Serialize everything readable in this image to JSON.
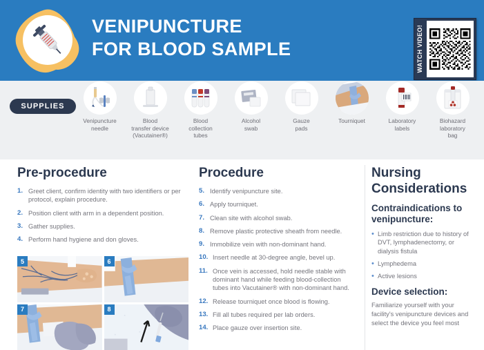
{
  "header": {
    "title_line1": "VENIPUNCTURE",
    "title_line2": "FOR BLOOD SAMPLE",
    "logo_icon": "syringe-icon",
    "qr_label": "WATCH VIDEO!",
    "bg_color": "#2a7cc0"
  },
  "supplies": {
    "section_label": "SUPPLIES",
    "band_color": "#eef0f2",
    "pill_color": "#2c3950",
    "items": [
      {
        "label": "Venipuncture\nneedle",
        "icon": "venipuncture-needle-icon"
      },
      {
        "label": "Blood\ntransfer device\n(Vacutainer®)",
        "icon": "blood-transfer-device-icon"
      },
      {
        "label": "Blood\ncollection\ntubes",
        "icon": "blood-collection-tubes-icon"
      },
      {
        "label": "Alcohol\nswab",
        "icon": "alcohol-swab-icon"
      },
      {
        "label": "Gauze\npads",
        "icon": "gauze-pads-icon"
      },
      {
        "label": "Tourniquet",
        "icon": "tourniquet-icon"
      },
      {
        "label": "Laboratory\nlabels",
        "icon": "laboratory-labels-icon"
      },
      {
        "label": "Biohazard\nlaboratory\nbag",
        "icon": "biohazard-bag-icon"
      }
    ]
  },
  "preprocedure": {
    "title": "Pre-procedure",
    "steps": [
      {
        "num": "1.",
        "text": "Greet client, confirm identity with two identifiers or per protocol, explain procedure."
      },
      {
        "num": "2.",
        "text": "Position client with arm in a dependent position."
      },
      {
        "num": "3.",
        "text": "Gather supplies."
      },
      {
        "num": "4.",
        "text": "Perform hand hygiene and don gloves."
      }
    ],
    "photos": [
      {
        "badge": "5",
        "alt": "forearm showing veins"
      },
      {
        "badge": "6",
        "alt": "tourniquet applied to upper arm"
      },
      {
        "badge": "7",
        "alt": "gloved hand cleaning site with alcohol swab"
      },
      {
        "badge": "8",
        "alt": "needle insertion with arrow showing direction"
      }
    ]
  },
  "procedure": {
    "title": "Procedure",
    "steps": [
      {
        "num": "5.",
        "text": "Identify venipuncture site."
      },
      {
        "num": "6.",
        "text": "Apply tourniquet."
      },
      {
        "num": "7.",
        "text": "Clean site with alcohol swab."
      },
      {
        "num": "8.",
        "text": "Remove plastic protective sheath from needle."
      },
      {
        "num": "9.",
        "text": "Immobilize vein with non-dominant hand."
      },
      {
        "num": "10.",
        "text": "Insert needle at 30-degree angle, bevel up."
      },
      {
        "num": "11.",
        "text": "Once vein is accessed, hold needle stable with dominant hand while feeding blood-collection tubes into Vacutainer® with non-dominant hand."
      },
      {
        "num": "12.",
        "text": "Release tourniquet once blood is flowing."
      },
      {
        "num": "13.",
        "text": "Fill all tubes required per lab orders."
      },
      {
        "num": "14.",
        "text": "Place gauze over insertion site."
      }
    ]
  },
  "nursing": {
    "title": "Nursing Considerations",
    "contraindications_title": "Contraindications to venipuncture:",
    "contraindications": [
      "Limb restriction due to history of DVT, lymphadenectomy, or dialysis fistula",
      "Lymphedema",
      "Active lesions"
    ],
    "device_title": "Device selection:",
    "device_text": "Familiarize yourself with your facility's venipuncture devices and select the device you feel most"
  },
  "colors": {
    "brand_blue": "#2a7cc0",
    "navy": "#2c3950",
    "accent_gold": "#f6c062",
    "body_gray": "#74747c",
    "number_blue": "#3978bf"
  }
}
